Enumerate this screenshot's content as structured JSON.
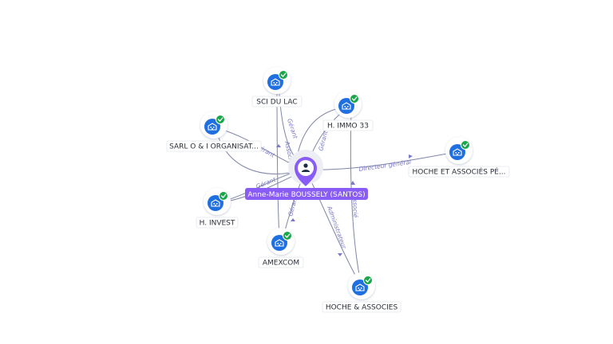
{
  "person": {
    "name": "Anne-Marie BOUSSELY (SANTOS)",
    "icon": "person-icon"
  },
  "companies": [
    {
      "id": "sci-du-lac",
      "label": "SCI DU LAC",
      "icon": "company-building-icon",
      "status": "verified-check-icon"
    },
    {
      "id": "h-immo-33",
      "label": "H. IMMO 33",
      "icon": "company-building-icon",
      "status": "verified-check-icon"
    },
    {
      "id": "sarl-o-i",
      "label": "SARL O & I ORGANISAT...",
      "icon": "company-building-icon",
      "status": "verified-check-icon"
    },
    {
      "id": "hoche-et-associes-pe",
      "label": "HOCHE ET ASSOCIÉS PÉ...",
      "icon": "company-building-icon",
      "status": "verified-check-icon"
    },
    {
      "id": "h-invest",
      "label": "H. INVEST",
      "icon": "company-building-icon",
      "status": "verified-check-icon"
    },
    {
      "id": "amexcom",
      "label": "AMEXCOM",
      "icon": "company-building-icon",
      "status": "verified-check-icon"
    },
    {
      "id": "hoche-associes",
      "label": "HOCHE & ASSOCIES",
      "icon": "company-building-icon",
      "status": "verified-check-icon"
    }
  ],
  "edge_labels": {
    "sci-du-lac": [
      "Gérant",
      "Associé"
    ],
    "h-immo-33": [
      "Gérant"
    ],
    "sarl-o-i": [
      "Gérant"
    ],
    "hoche-et-associes-pe": [
      "Directeur général"
    ],
    "h-invest": [
      "Gérant"
    ],
    "amexcom": [
      "Gérant"
    ],
    "hoche-associes": [
      "Administrateur"
    ],
    "h-immo-33-hoche-associes": [
      "Associé"
    ]
  },
  "colors": {
    "accent": "#8a5cf6",
    "company_blue": "#1f6fe0",
    "check_green": "#1aa64b",
    "edge": "#7f86a8"
  }
}
